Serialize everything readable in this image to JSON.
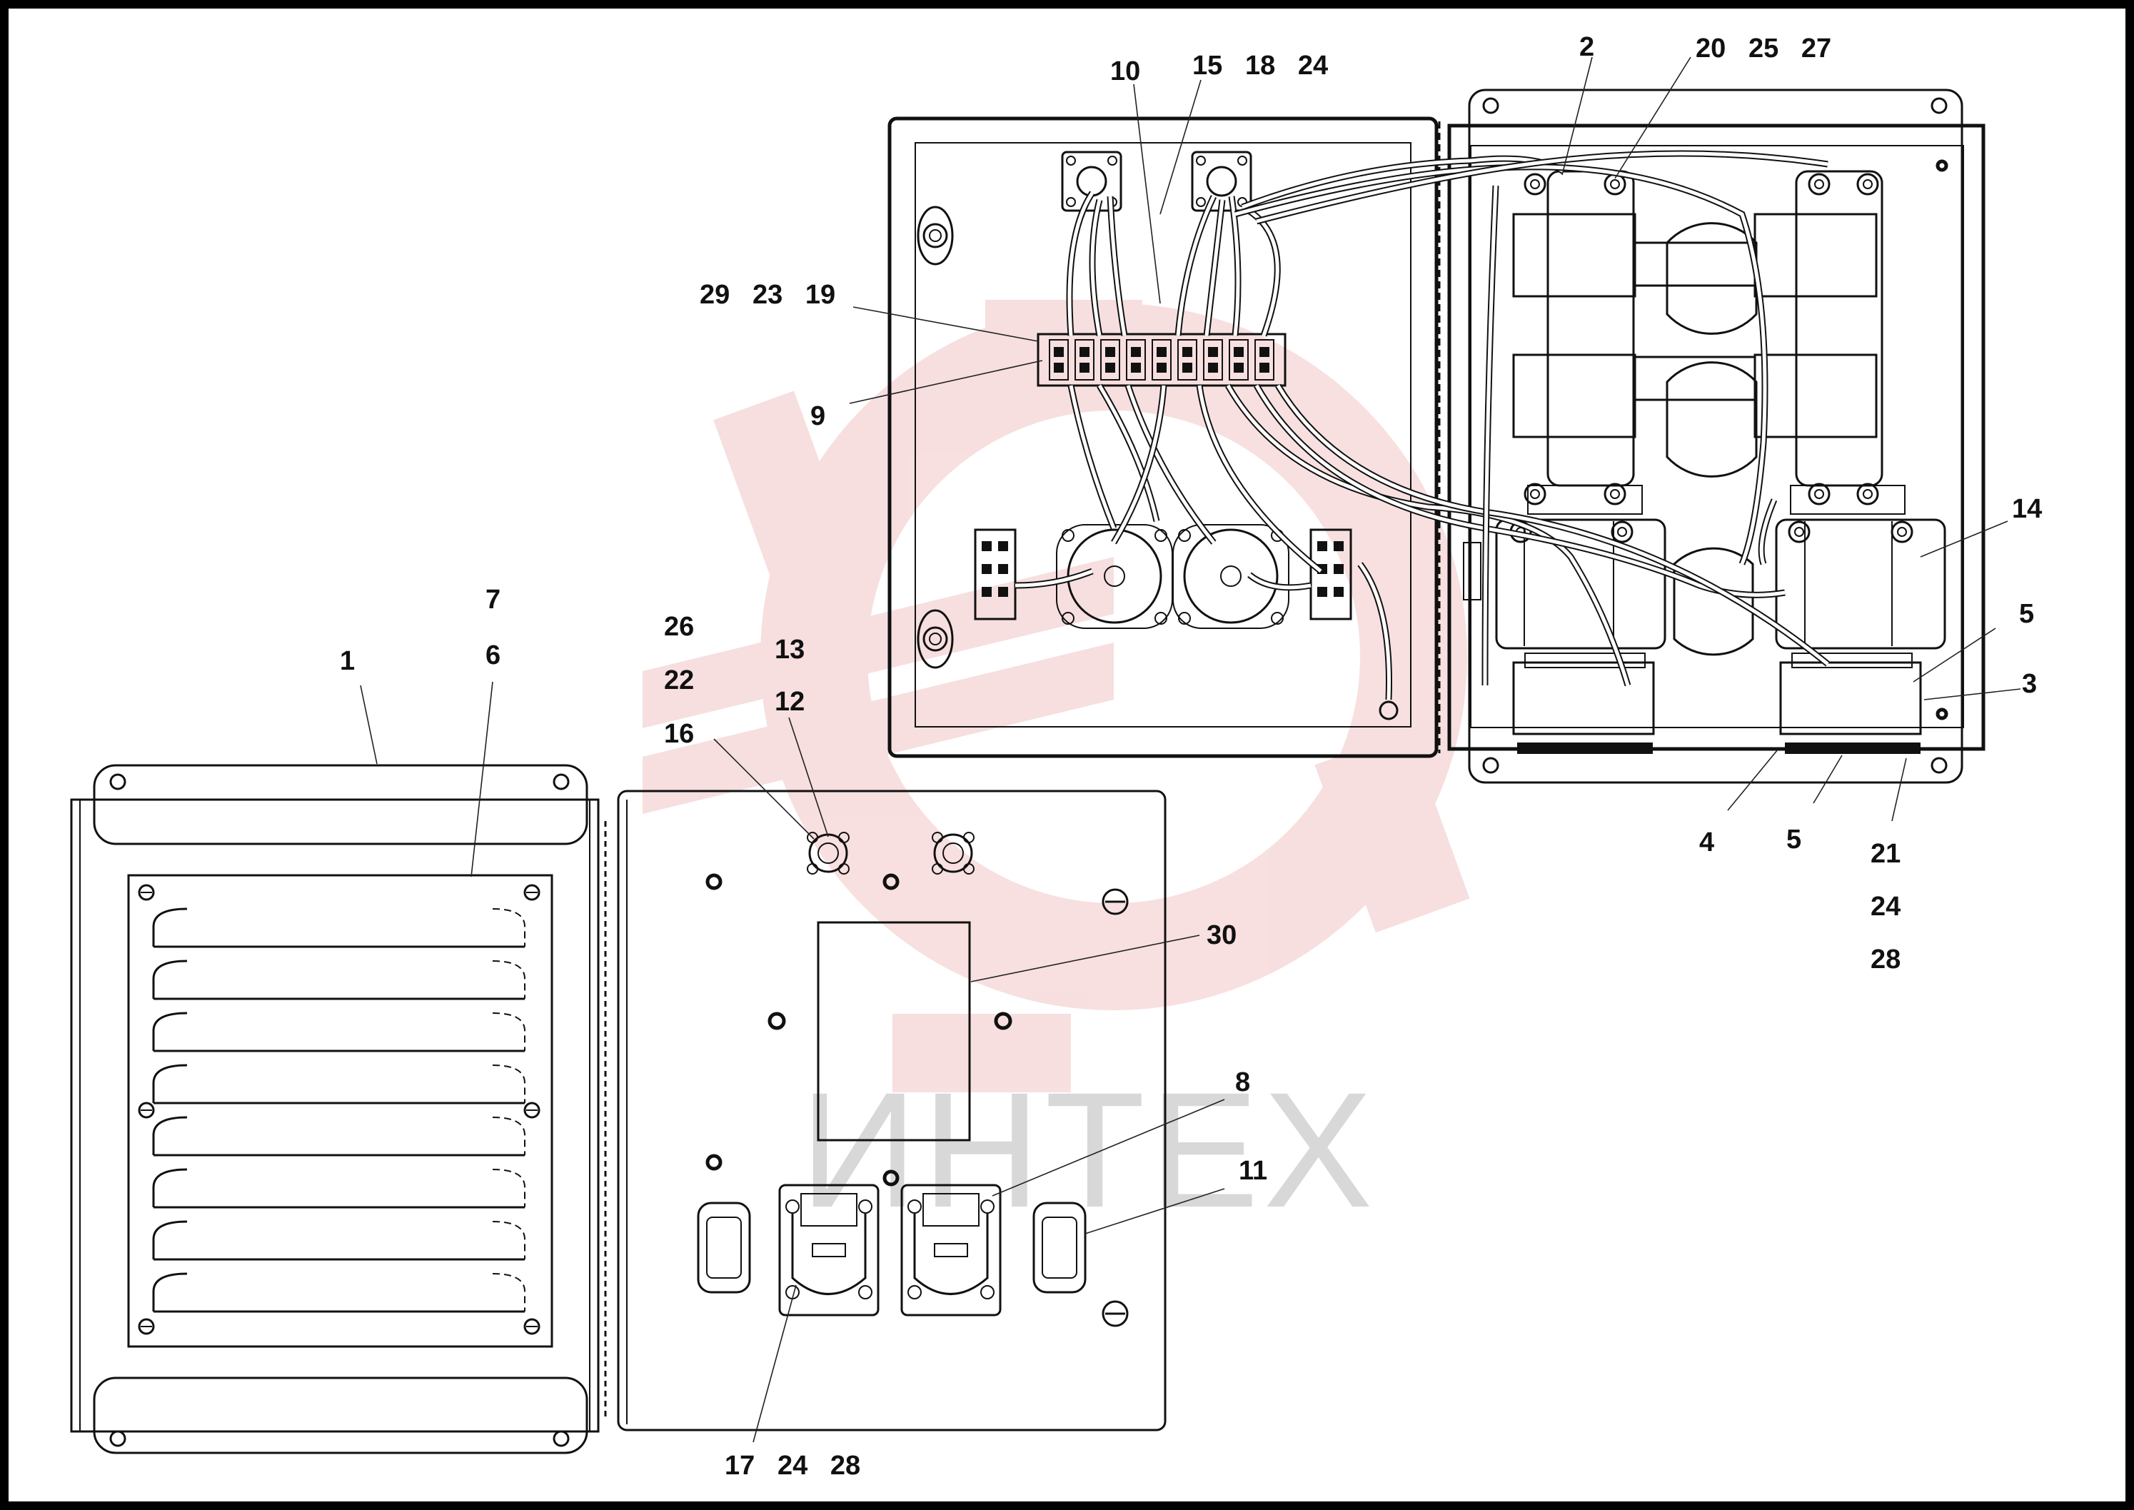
{
  "watermark": {
    "text": "ИНТЕХ",
    "color": "#f2c6c6"
  },
  "labels": [
    {
      "id": "1",
      "text": "1"
    },
    {
      "id": "2",
      "text": "2"
    },
    {
      "id": "3",
      "text": "3"
    },
    {
      "id": "4",
      "text": "4"
    },
    {
      "id": "5a",
      "text": "5"
    },
    {
      "id": "5b",
      "text": "5"
    },
    {
      "id": "6",
      "text": "6"
    },
    {
      "id": "7",
      "text": "7"
    },
    {
      "id": "8",
      "text": "8"
    },
    {
      "id": "9",
      "text": "9"
    },
    {
      "id": "10",
      "text": "10"
    },
    {
      "id": "11",
      "text": "11"
    },
    {
      "id": "12",
      "text": "12"
    },
    {
      "id": "13",
      "text": "13"
    },
    {
      "id": "14",
      "text": "14"
    },
    {
      "id": "15-18-24",
      "text": "15   18   24"
    },
    {
      "id": "16",
      "text": "16"
    },
    {
      "id": "17-24-28",
      "text": "17   24   28"
    },
    {
      "id": "20-25-27",
      "text": "20   25   27"
    },
    {
      "id": "21",
      "text": "21"
    },
    {
      "id": "24",
      "text": "24"
    },
    {
      "id": "28",
      "text": "28"
    },
    {
      "id": "22",
      "text": "22"
    },
    {
      "id": "26",
      "text": "26"
    },
    {
      "id": "29-23-19",
      "text": "29   23   19"
    },
    {
      "id": "30",
      "text": "30"
    }
  ]
}
